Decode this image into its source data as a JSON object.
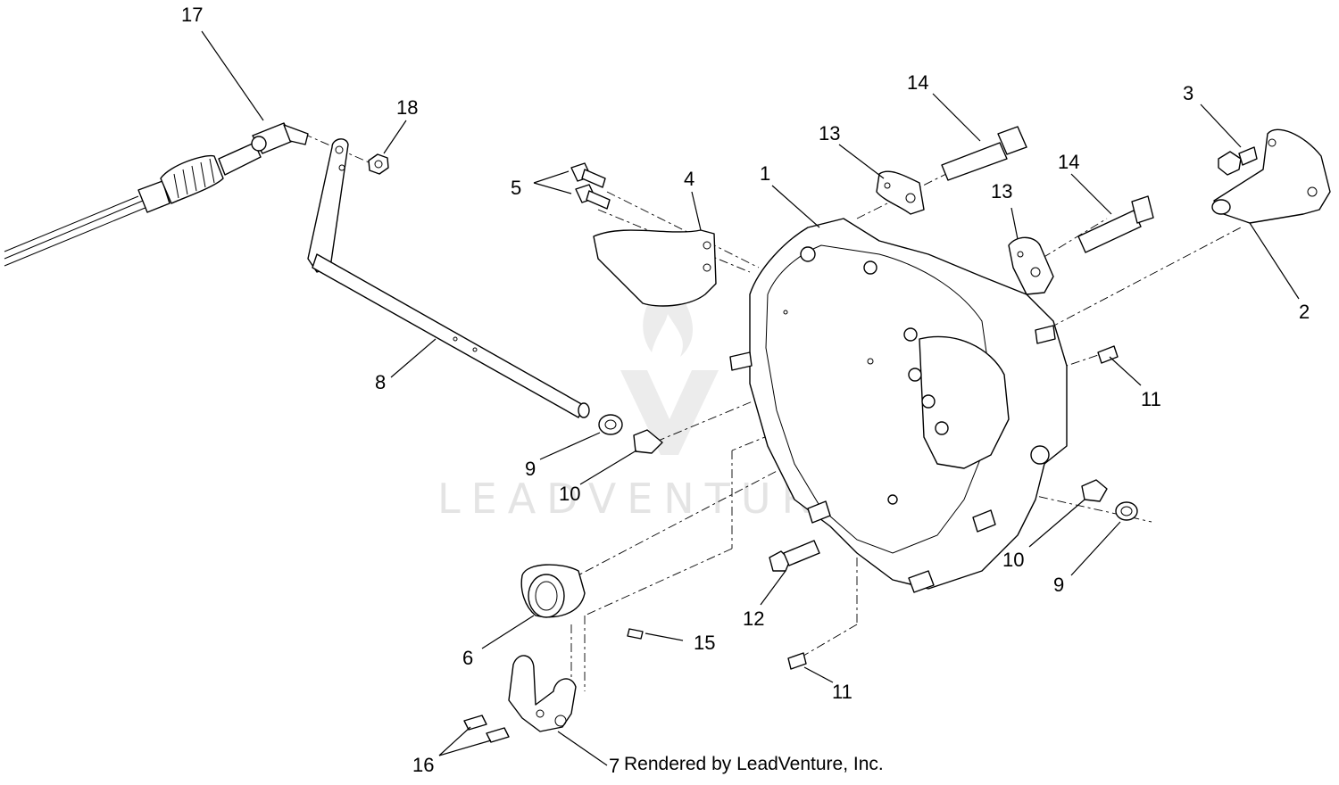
{
  "diagram": {
    "callouts": [
      {
        "id": "17",
        "label": "17"
      },
      {
        "id": "18",
        "label": "18"
      },
      {
        "id": "5",
        "label": "5"
      },
      {
        "id": "4",
        "label": "4"
      },
      {
        "id": "1",
        "label": "1"
      },
      {
        "id": "13a",
        "label": "13"
      },
      {
        "id": "14a",
        "label": "14"
      },
      {
        "id": "13b",
        "label": "13"
      },
      {
        "id": "14b",
        "label": "14"
      },
      {
        "id": "3",
        "label": "3"
      },
      {
        "id": "2",
        "label": "2"
      },
      {
        "id": "8",
        "label": "8"
      },
      {
        "id": "11a",
        "label": "11"
      },
      {
        "id": "9a",
        "label": "9"
      },
      {
        "id": "10a",
        "label": "10"
      },
      {
        "id": "10b",
        "label": "10"
      },
      {
        "id": "9b",
        "label": "9"
      },
      {
        "id": "12",
        "label": "12"
      },
      {
        "id": "6",
        "label": "6"
      },
      {
        "id": "15",
        "label": "15"
      },
      {
        "id": "11b",
        "label": "11"
      },
      {
        "id": "16",
        "label": "16"
      },
      {
        "id": "7",
        "label": "7"
      }
    ],
    "watermark": "LEADVENTURE",
    "credit": "Rendered by LeadVenture, Inc."
  }
}
